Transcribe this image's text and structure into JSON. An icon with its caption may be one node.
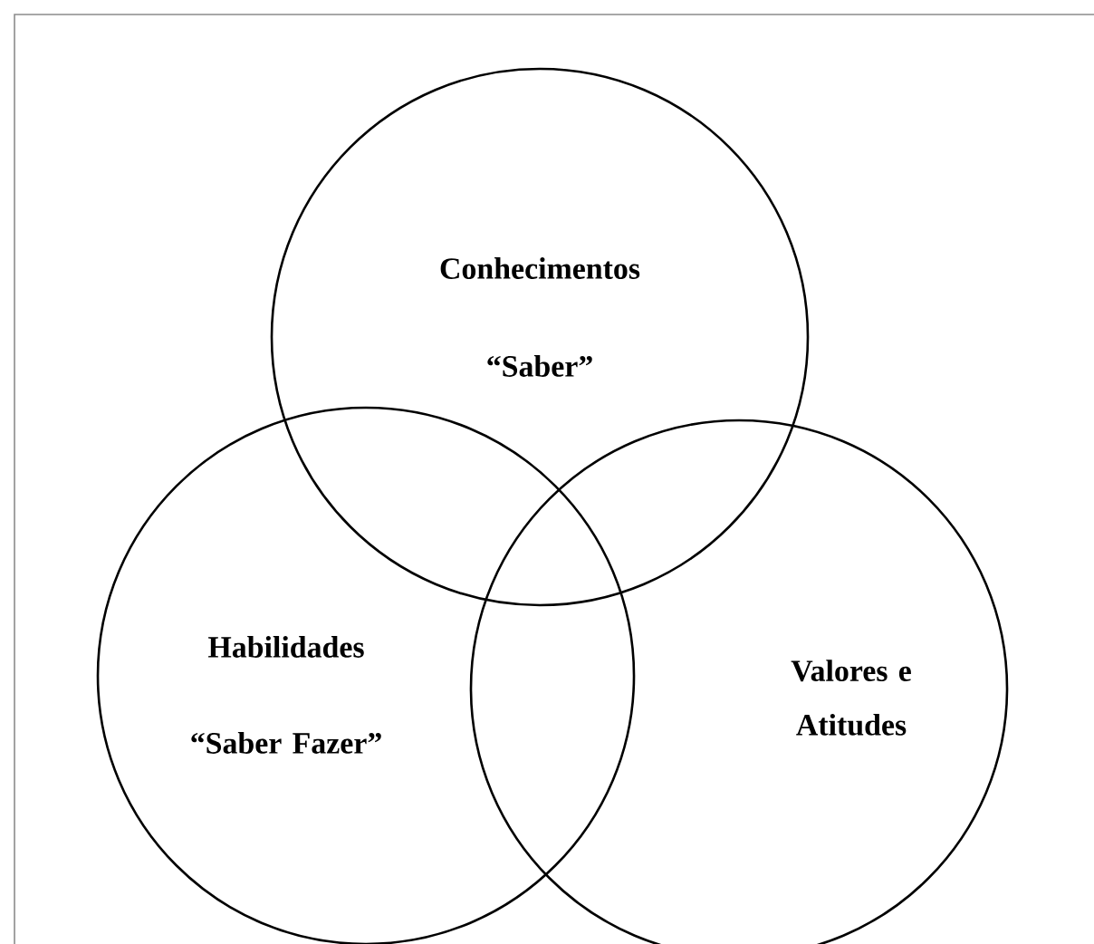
{
  "diagram": {
    "nodes": [
      {
        "text": [
          "Conhecimentos",
          "“Saber”"
        ]
      },
      {
        "text": [
          "Habilidades",
          "“Saber Fazer”"
        ]
      },
      {
        "text": [
          "Valores e Atitudes"
        ]
      }
    ]
  }
}
